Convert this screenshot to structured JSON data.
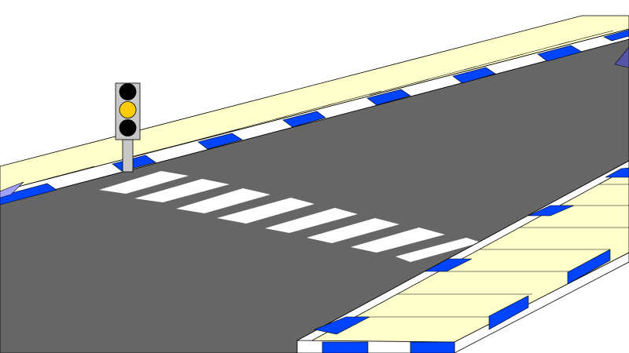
{
  "scene": {
    "type": "road-crossing",
    "traffic_light": {
      "lamps": [
        "off",
        "amber",
        "off"
      ],
      "active": "amber"
    },
    "crosswalk": {
      "stripe_count": 8
    },
    "colors": {
      "road": "#666666",
      "crosswalk": "#ffffff",
      "sidewalk_top": "#ffffcc",
      "curb_blue": "#0044ff",
      "curb_white": "#ffffff",
      "lamp_off": "#000000",
      "lamp_amber": "#ffcc00",
      "light_housing": "#c8c8c8",
      "pole": "#c8c8c8",
      "arrow": "#5555aa"
    }
  }
}
